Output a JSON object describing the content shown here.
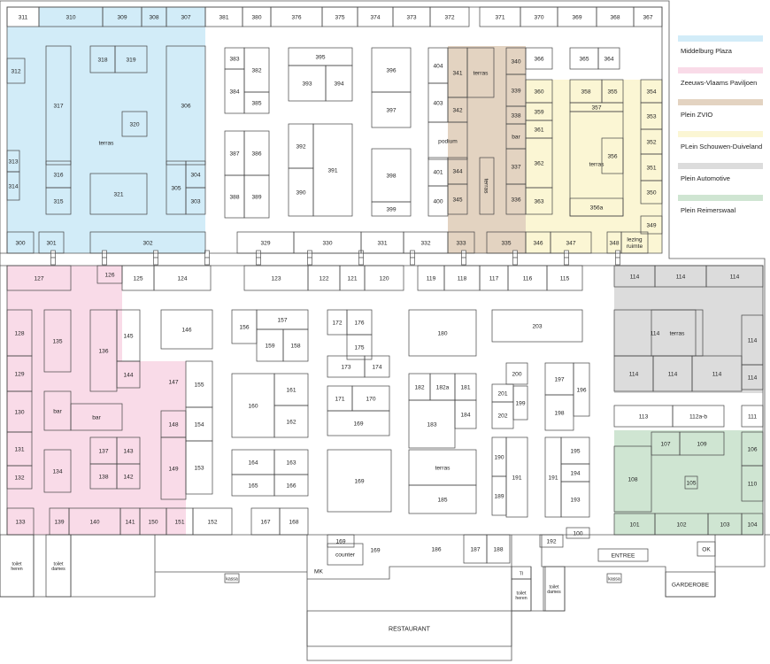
{
  "legend": [
    {
      "label": "Middelburg Plaza",
      "color": "#d2ecf8"
    },
    {
      "label": "Zeeuws-Vlaams Paviljoen",
      "color": "#f9dbe8"
    },
    {
      "label": "Plein ZVIO",
      "color": "#e3d3c1"
    },
    {
      "label": "PLein Schouwen-Duiveland",
      "color": "#fbf6d4"
    },
    {
      "label": "Plein Automotive",
      "color": "#dcdcdc"
    },
    {
      "label": "Plein Reimerswaal",
      "color": "#cfe5d2"
    }
  ],
  "zones": [
    {
      "name": "Middelburg Plaza",
      "color": "#d2ecf8"
    },
    {
      "name": "Zeeuws-Vlaams Paviljoen",
      "color": "#f9dbe8"
    },
    {
      "name": "Plein ZVIO",
      "color": "#e3d3c1"
    },
    {
      "name": "PLein Schouwen-Duiveland",
      "color": "#fbf6d4"
    },
    {
      "name": "Plein Automotive",
      "color": "#dcdcdc"
    },
    {
      "name": "Plein Reimerswaal",
      "color": "#cfe5d2"
    }
  ],
  "booths": [
    "311",
    "310",
    "309",
    "308",
    "307",
    "381",
    "380",
    "376",
    "375",
    "374",
    "373",
    "372",
    "371",
    "370",
    "369",
    "368",
    "367",
    "312",
    "313",
    "314",
    "300",
    "301",
    "302",
    "317",
    "318",
    "319",
    "320",
    "terras",
    "316",
    "315",
    "321",
    "306",
    "305",
    "304",
    "303",
    "383",
    "382",
    "384",
    "385",
    "387",
    "386",
    "388",
    "389",
    "395",
    "393",
    "394",
    "392",
    "391",
    "390",
    "396",
    "397",
    "398",
    "399",
    "404",
    "403",
    "401",
    "400",
    "341",
    "terras",
    "340",
    "342",
    "339",
    "338",
    "podium",
    "bar",
    "344",
    "337",
    "345",
    "terras",
    "336",
    "366",
    "365",
    "364",
    "360",
    "359",
    "358",
    "355",
    "357",
    "354",
    "361",
    "353",
    "362",
    "356",
    "352",
    "351",
    "terras",
    "363",
    "356a",
    "350",
    "349",
    "329",
    "330",
    "331",
    "332",
    "333",
    "335",
    "346",
    "347",
    "348",
    "lezing ruimte",
    "127",
    "126",
    "125",
    "124",
    "123",
    "122",
    "121",
    "120",
    "119",
    "118",
    "117",
    "116",
    "115",
    "114",
    "114",
    "114",
    "128",
    "135",
    "136",
    "145",
    "144",
    "146",
    "156",
    "157",
    "159",
    "158",
    "172",
    "176",
    "175",
    "173",
    "174",
    "180",
    "203",
    "114",
    "terras",
    "114",
    "114",
    "114",
    "114",
    "114",
    "129",
    "130",
    "bar",
    "bar",
    "147",
    "155",
    "148",
    "154",
    "149",
    "153",
    "160",
    "161",
    "162",
    "171",
    "170",
    "169",
    "182",
    "182a",
    "181",
    "184",
    "183",
    "200",
    "201",
    "199",
    "202",
    "197",
    "196",
    "198",
    "113",
    "112a-b",
    "111",
    "131",
    "132",
    "134",
    "137",
    "143",
    "138",
    "142",
    "164",
    "163",
    "165",
    "166",
    "169",
    "terras",
    "185",
    "190",
    "189",
    "191",
    "191",
    "195",
    "194",
    "193",
    "108",
    "107",
    "109",
    "106",
    "110",
    "105",
    "133",
    "139",
    "140",
    "141",
    "150",
    "151",
    "152",
    "167",
    "168",
    "101",
    "102",
    "103",
    "104",
    "100",
    "192",
    "toilet heren",
    "toilet dames",
    "kassa",
    "MK",
    "169",
    "counter",
    "169",
    "186",
    "187",
    "188",
    "TI",
    "toilet heren",
    "toilet dames",
    "kassa",
    "ENTREE",
    "OK",
    "GARDEROBE",
    "RESTAURANT"
  ]
}
